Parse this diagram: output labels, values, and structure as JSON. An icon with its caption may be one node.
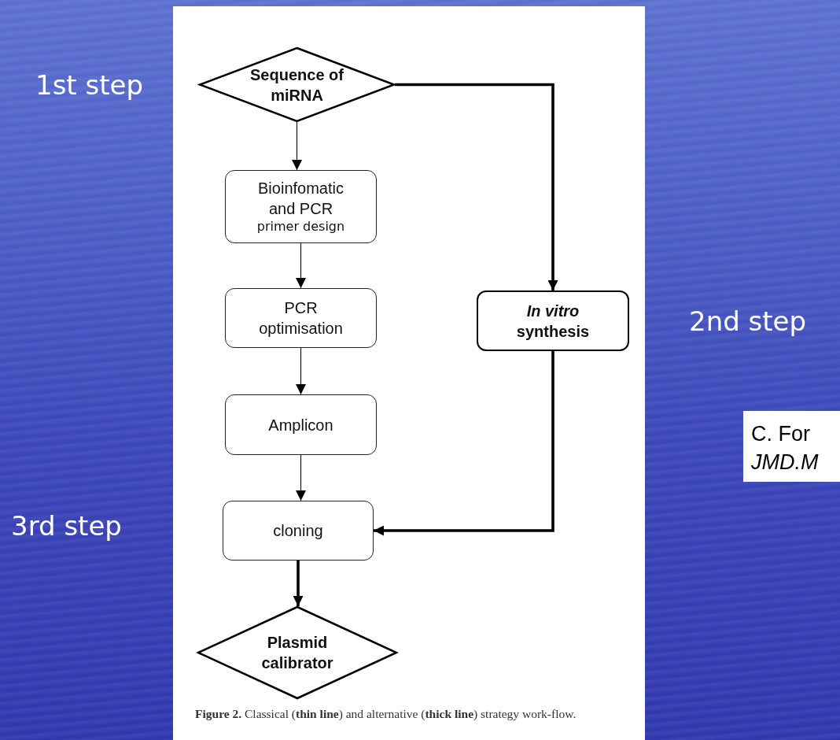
{
  "diagram": {
    "caption": "**Figure 2.** Classical (**thin line**) and alternative (**thick line**) strategy work-flow.",
    "nodes": [
      {
        "text": [
          "Sequence of miRNA"
        ]
      },
      {
        "text": [
          "Bioinfomatic and PCR",
          "primer design"
        ]
      },
      {
        "text": [
          "PCR optimisation"
        ]
      },
      {
        "text": [
          "*In vitro* synthesis"
        ]
      },
      {
        "text": [
          "Amplicon"
        ]
      },
      {
        "text": [
          "cloning"
        ]
      },
      {
        "text": [
          "Plasmid calibrator"
        ]
      }
    ],
    "edges": [
      {
        "from": 0,
        "to": 1,
        "arrow": "to"
      },
      {
        "from": 1,
        "to": 2,
        "arrow": "to"
      },
      {
        "from": 2,
        "to": 4,
        "arrow": "to"
      },
      {
        "from": 4,
        "to": 5,
        "arrow": "to"
      },
      {
        "from": 0,
        "to": 3,
        "arrow": "to",
        "style": "thick"
      },
      {
        "from": 3,
        "to": 5,
        "arrow": "to",
        "style": "thick"
      },
      {
        "from": 5,
        "to": 6,
        "arrow": "to",
        "style": "thick"
      }
    ],
    "labels": [
      "1st step",
      "2nd step",
      "3rd step",
      "C. For",
      "JMD.M"
    ]
  }
}
